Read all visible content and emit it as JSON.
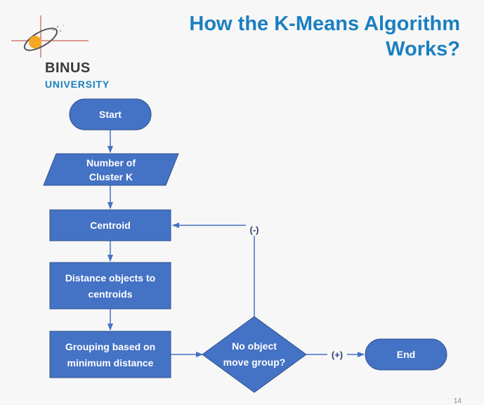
{
  "title": {
    "line1": "How the K-Means Algorithm",
    "line2": "Works?"
  },
  "logo": {
    "name": "BINUS",
    "sub": "UNIVERSITY"
  },
  "colors": {
    "title": "#1a7fc1",
    "node_fill": "#4472c4",
    "node_stroke": "#2f528f",
    "logo_orange": "#f5a623"
  },
  "flowchart": {
    "start": "Start",
    "input": {
      "line1": "Number of",
      "line2": "Cluster K"
    },
    "centroid": "Centroid",
    "distance": {
      "line1": "Distance objects to",
      "line2": "centroids"
    },
    "grouping": {
      "line1": "Grouping based on",
      "line2": "minimum distance"
    },
    "decision": {
      "line1": "No object",
      "line2": "move group?"
    },
    "end": "End",
    "label_no": "(-)",
    "label_yes": "(+)"
  },
  "page_number": "14"
}
